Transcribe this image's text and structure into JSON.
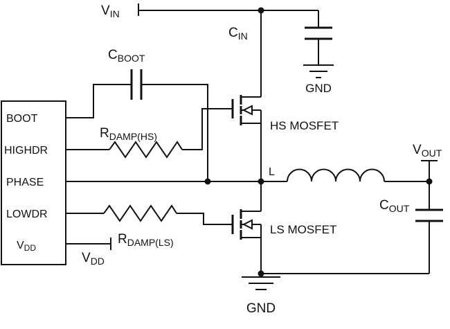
{
  "ic": {
    "pins": {
      "boot": "BOOT",
      "highdr": "HIGHDR",
      "phase": "PHASE",
      "lowdr": "LOWDR",
      "vdd": {
        "main": "V",
        "sub": "DD"
      }
    }
  },
  "labels": {
    "vin": {
      "main": "V",
      "sub": "IN"
    },
    "cin": {
      "main": "C",
      "sub": "IN"
    },
    "gnd_top": "GND",
    "cboot": {
      "main": "C",
      "sub": "BOOT"
    },
    "rdamp_hs": {
      "main": "R",
      "sub": "DAMP(HS)"
    },
    "hs_mosfet": "HS MOSFET",
    "inductor": "L",
    "vout": {
      "main": "V",
      "sub": "OUT"
    },
    "cout": {
      "main": "C",
      "sub": "OUT"
    },
    "rdamp_ls": {
      "main": "R",
      "sub": "DAMP(LS)"
    },
    "ls_mosfet": "LS MOSFET",
    "vdd_ext": {
      "main": "V",
      "sub": "DD"
    },
    "gnd_bottom": "GND"
  },
  "colors": {
    "line": "#111111",
    "background": "#ffffff"
  }
}
